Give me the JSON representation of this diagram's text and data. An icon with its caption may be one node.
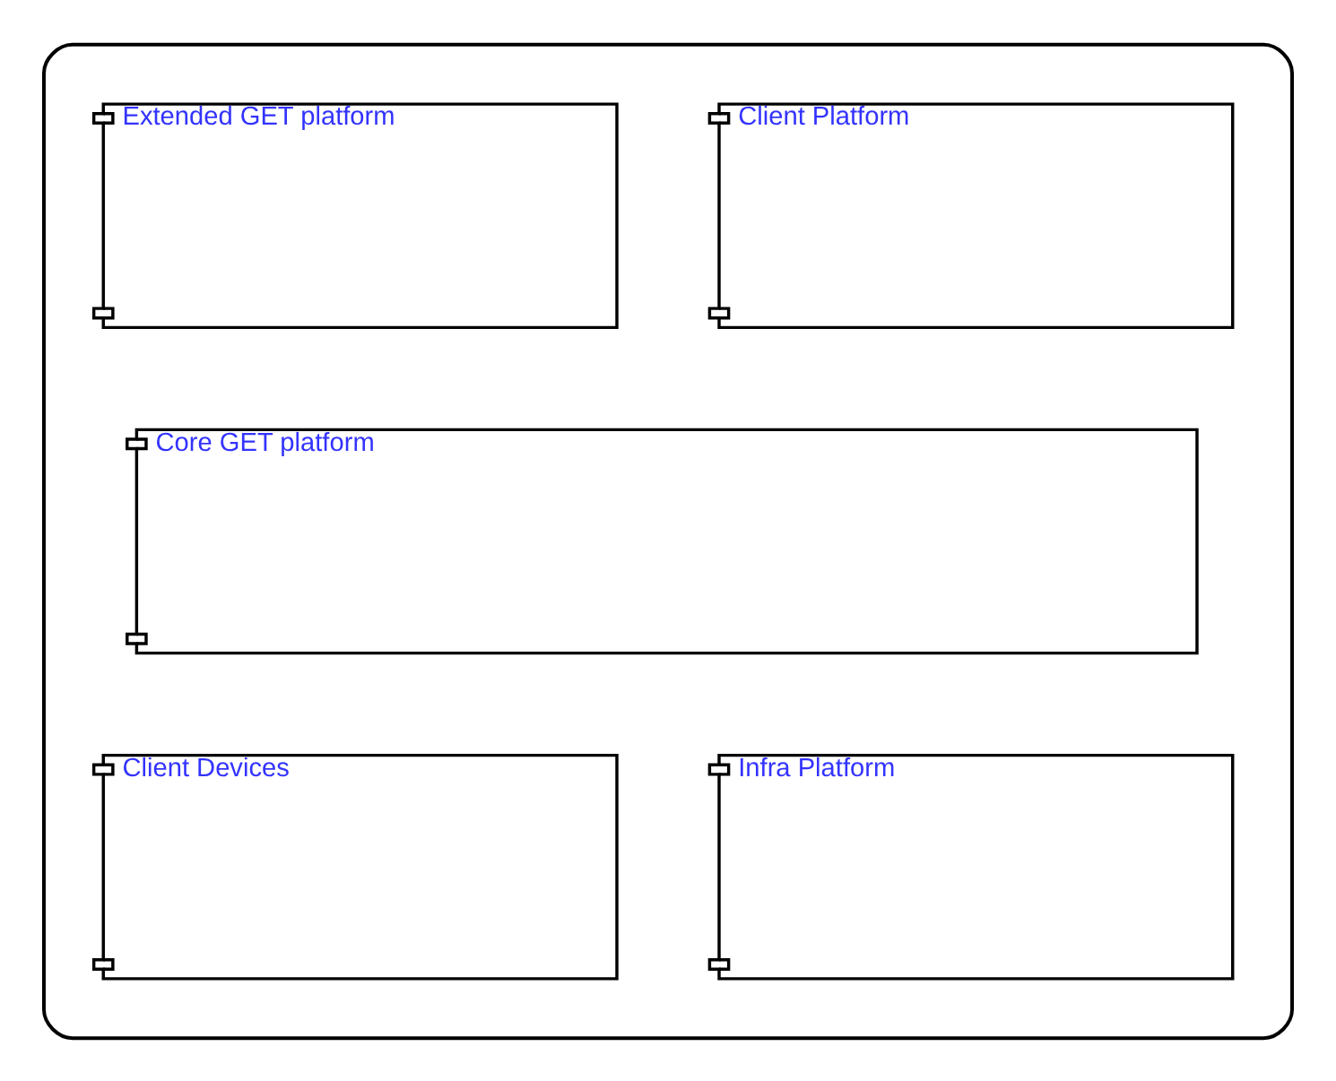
{
  "diagram": {
    "nodes": [
      {
        "text": [],
        "shape": "box"
      },
      {
        "text": [
          "Client Platform"
        ],
        "in": 0
      },
      {
        "text": [
          "Extended GET platform"
        ],
        "in": 0
      },
      {
        "text": [
          "Core GET platform"
        ],
        "in": 0
      },
      {
        "text": [
          "Client Devices"
        ],
        "in": 0
      },
      {
        "text": [
          "Infra Platform"
        ],
        "in": 0
      }
    ],
    "edges": []
  }
}
